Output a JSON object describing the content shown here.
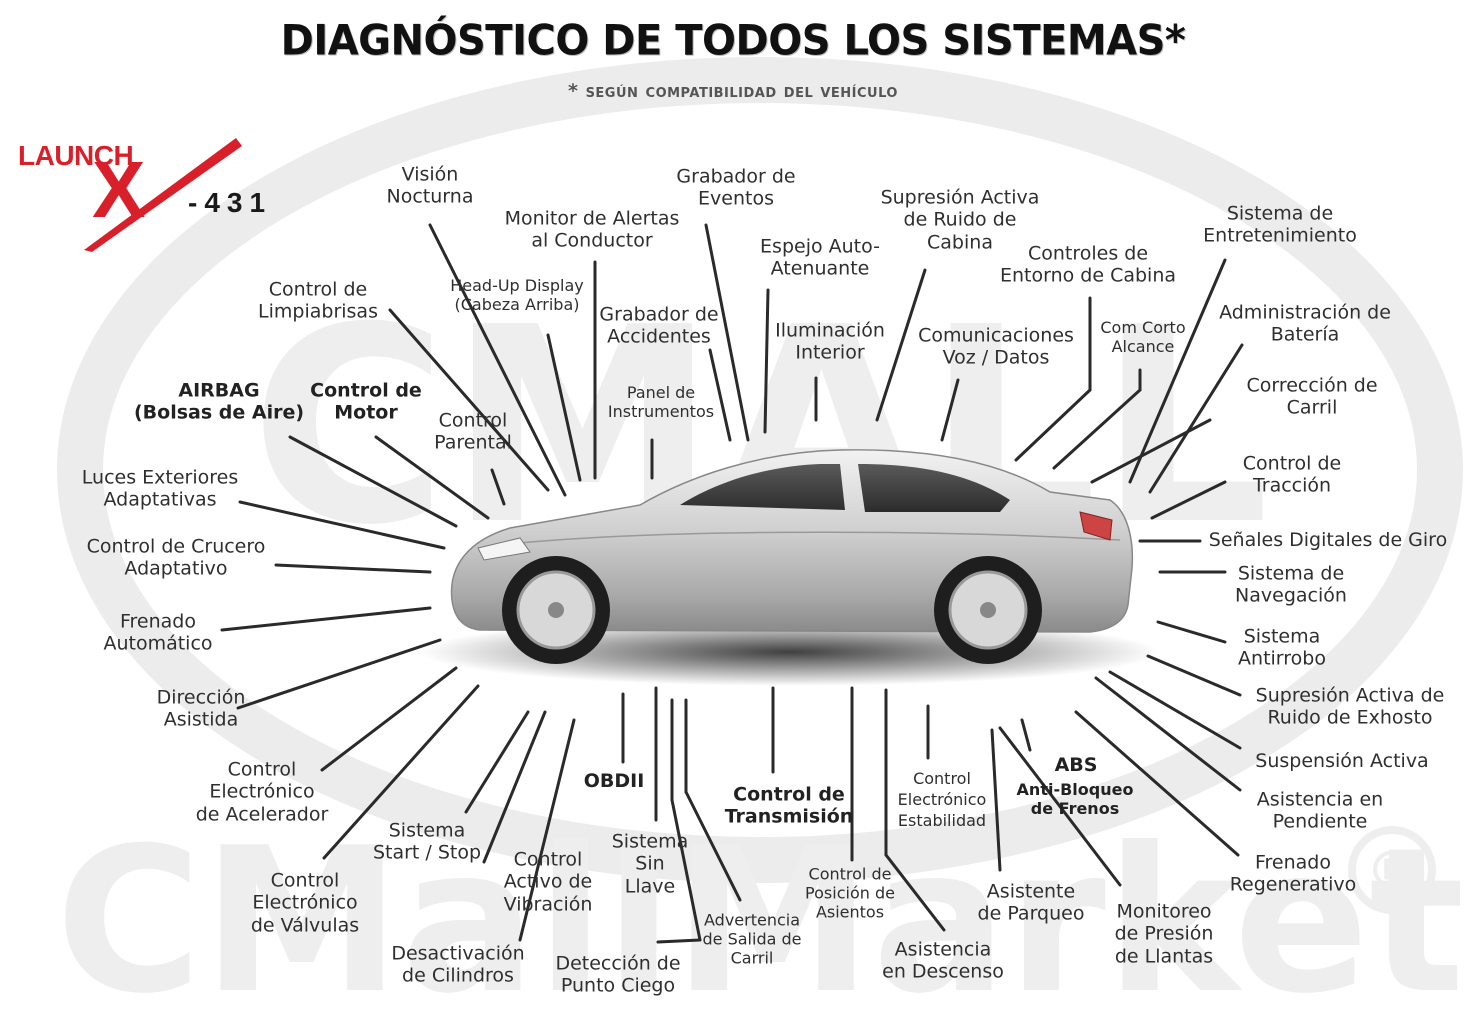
{
  "header": {
    "title": "DIAGNÓSTICO DE TODOS LOS SISTEMAS*",
    "subtitle": "* según compatibilidad del vehículo"
  },
  "logo": {
    "brand": "LAUNCH",
    "letter": "X",
    "model": "-431"
  },
  "watermark": {
    "top": "CMALL",
    "bottom": "CMallMarket",
    "mark": "®"
  },
  "colors": {
    "brand_red": "#d9202a",
    "line": "#2a2a2a",
    "car_silver": "#c9c9c9"
  },
  "labels": {
    "vision_nocturna": "Visión\nNocturna",
    "grabador_eventos": "Grabador de\nEventos",
    "supresion_ruido_cabina": "Supresión Activa\nde Ruido de\nCabina",
    "monitor_alertas": "Monitor de Alertas\nal Conductor",
    "espejo": "Espejo Auto-\nAtenuante",
    "controles_entorno": "Controles de\nEntorno de Cabina",
    "entretenimiento": "Sistema de\nEntretenimiento",
    "limpiabrisas": "Control de\nLimpiabrisas",
    "head_up": "Head-Up Display\n(Cabeza Arriba)",
    "grabador_accidentes": "Grabador de\nAccidentes",
    "iluminacion": "Iluminación\nInterior",
    "comunicaciones": "Comunicaciones\nVoz / Datos",
    "com_corto": "Com Corto\nAlcance",
    "bateria": "Administración de\nBatería",
    "airbag": "AIRBAG\n(Bolsas de Aire)",
    "control_motor": "Control de\nMotor",
    "control_parental": "Control\nParental",
    "panel": "Panel de\nInstrumentos",
    "correccion_carril": "Corrección de\nCarril",
    "luces": "Luces Exteriores\nAdaptativas",
    "traccion": "Control de\nTracción",
    "crucero": "Control de Crucero\nAdaptativo",
    "senales_giro": "Señales Digitales de Giro",
    "navegacion": "Sistema de\nNavegación",
    "frenado_auto": "Frenado\nAutomático",
    "antirrobo": "Sistema\nAntirrobo",
    "direccion": "Dirección\nAsistida",
    "supresion_exhosto": "Supresión Activa de\nRuido de Exhosto",
    "suspension": "Suspensión Activa",
    "acelerador": "Control\nElectrónico\nde Acelerador",
    "obdii": "OBDII",
    "transmision": "Control de\nTransmisión",
    "estabilidad": "Control\nElectrónico\nEstabilidad",
    "abs_title": "ABS",
    "abs_sub": "Anti-Bloqueo\nde Frenos",
    "pendiente": "Asistencia en\nPendiente",
    "start_stop": "Sistema\nStart / Stop",
    "sin_llave": "Sistema\nSin\nLlave",
    "vibracion": "Control\nActivo de\nVibración",
    "valvulas": "Control\nElectrónico\nde Válvulas",
    "regenerativo": "Frenado\nRegenerativo",
    "posicion_asientos": "Control de\nPosición de\nAsientos",
    "advertencia": "Advertencia\nde Salida de\nCarril",
    "parqueo": "Asistente\nde Parqueo",
    "presion_llantas": "Monitoreo\nde Presión\nde Llantas",
    "cilindros": "Desactivación\nde Cilindros",
    "punto_ciego": "Detección de\nPunto Ciego",
    "descenso": "Asistencia\nen Descenso"
  }
}
